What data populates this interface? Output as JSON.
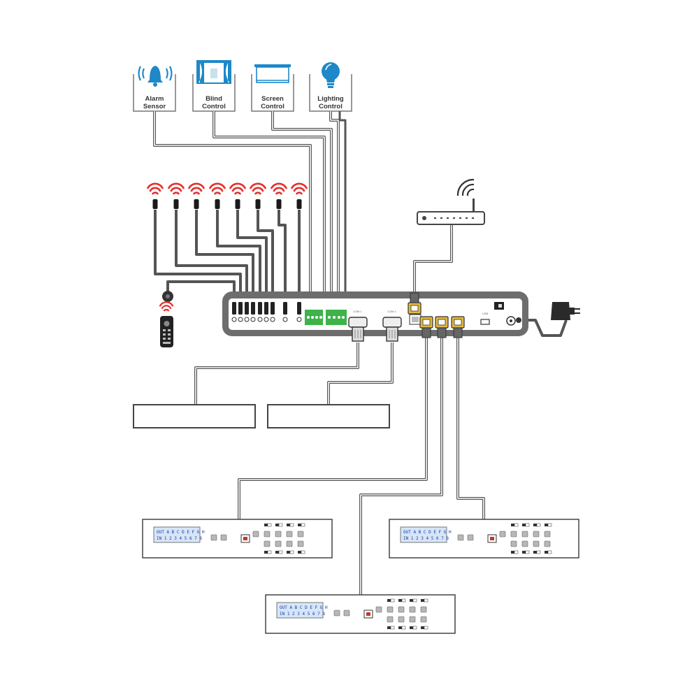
{
  "devices": {
    "alarm": {
      "line1": "Alarm",
      "line2": "Sensor",
      "icon": "bell-icon"
    },
    "blind": {
      "line1": "Blind",
      "line2": "Control",
      "icon": "curtain-icon"
    },
    "screen": {
      "line1": "Screen",
      "line2": "Control",
      "icon": "projection-screen-icon"
    },
    "light": {
      "line1": "Lighting",
      "line2": "Control",
      "icon": "lightbulb-icon"
    }
  },
  "matrix_lcd": {
    "line1": "OUT A B C D E F G H",
    "line2": "IN  1 2 3 4 5 6 7 8"
  },
  "colors": {
    "ir_red": "#e2302d",
    "terminal_green": "#3db34a",
    "lcd_bg": "#d6e6f7",
    "lcd_text": "#1a3aa8",
    "icon_blue": "#1e88c9",
    "cable": "#555555"
  }
}
